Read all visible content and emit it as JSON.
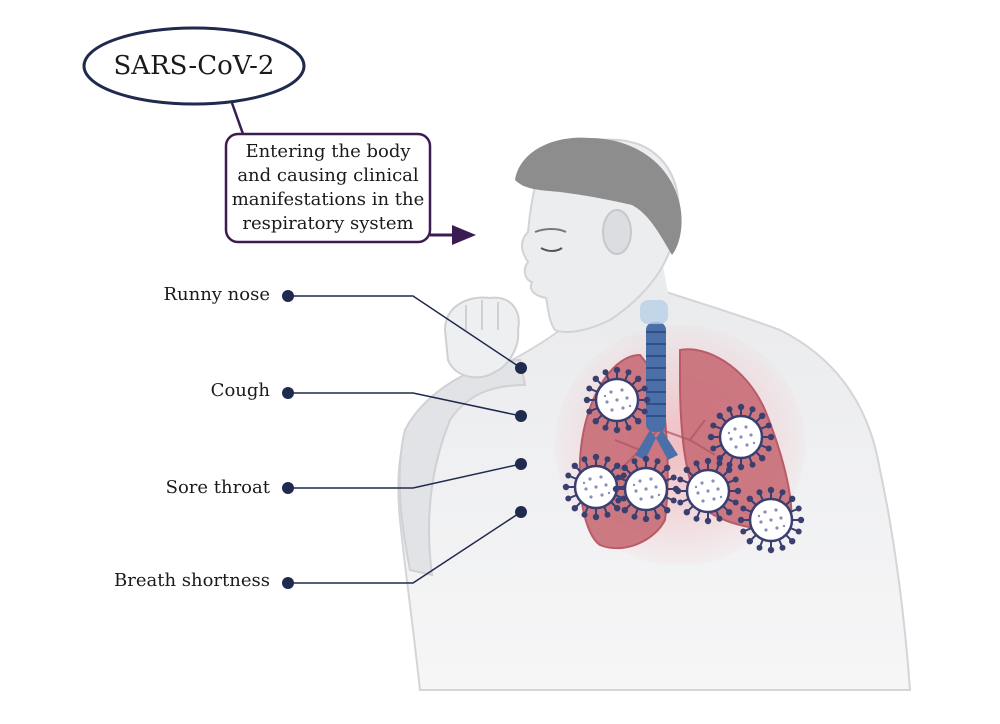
{
  "virus_label": "SARS-CoV-2",
  "callout": {
    "lines": [
      "Entering the body",
      "and causing clinical",
      "manifestations in the",
      "respiratory system"
    ]
  },
  "symptoms": [
    "Runny nose",
    "Cough",
    "Sore throat",
    "Breath shortness"
  ],
  "colors": {
    "navy": "#1f2a4e",
    "purple": "#3b1c52",
    "skin": "#e7e8ea",
    "hair": "#8d8d8d",
    "lung": "#c9707a",
    "lung_glow": "#f1b8bd",
    "trachea": "#4b6fa8"
  }
}
